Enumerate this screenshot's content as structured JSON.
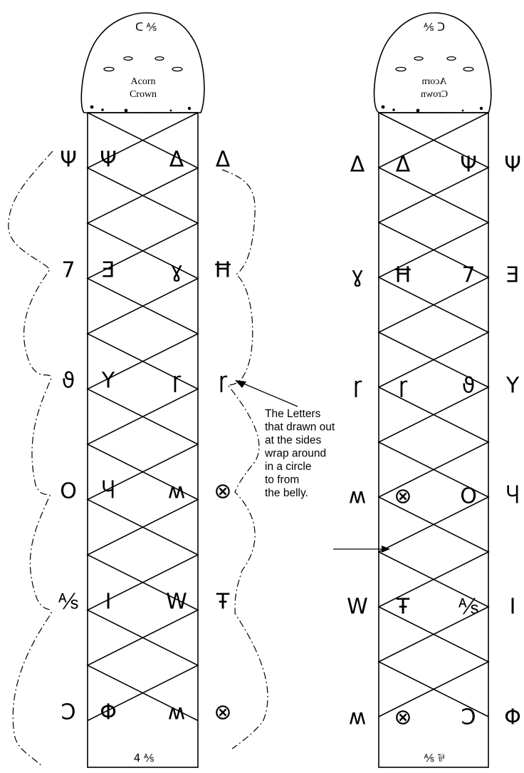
{
  "left_column": {
    "crown": {
      "line1": "Acorn",
      "line2": "Crown",
      "top_mark": "ᑕ ⅍",
      "bottom_mark": "4 ⅍"
    },
    "rows": [
      [
        "Ψ",
        "Ψ",
        "Δ",
        "Δ"
      ],
      [
        "7",
        "Ǝ",
        "ɣ",
        "Ħ"
      ],
      [
        "ϑ",
        "Υ",
        "ɼ",
        "ɼ"
      ],
      [
        "O",
        "Ⴗ",
        "ʍ",
        "⊗"
      ],
      [
        "⅍",
        "I",
        "W",
        "Ŧ"
      ],
      [
        "Ɔ",
        "Φ",
        "ʍ",
        "⊗"
      ]
    ]
  },
  "right_column": {
    "crown": {
      "line1": "Acorn",
      "line2": "Crown",
      "top_mark": "⅍ ᑐ",
      "bottom_mark": "⅍ ⅌"
    },
    "rows": [
      [
        "Δ",
        "Δ",
        "Ψ",
        "Ψ"
      ],
      [
        "ɣ",
        "Ħ",
        "7",
        "Ǝ"
      ],
      [
        "ɼ",
        "ɼ",
        "ϑ",
        "Υ"
      ],
      [
        "ʍ",
        "⊗",
        "O",
        "Ⴗ"
      ],
      [
        "W",
        "Ŧ",
        "⅍",
        "I"
      ],
      [
        "ʍ",
        "⊗",
        "Ɔ",
        "Φ"
      ]
    ]
  },
  "annotation": {
    "lines": [
      "The Letters",
      "that drawn out",
      "at the sides",
      "wrap around",
      "in a circle",
      "to from",
      "the belly."
    ]
  }
}
